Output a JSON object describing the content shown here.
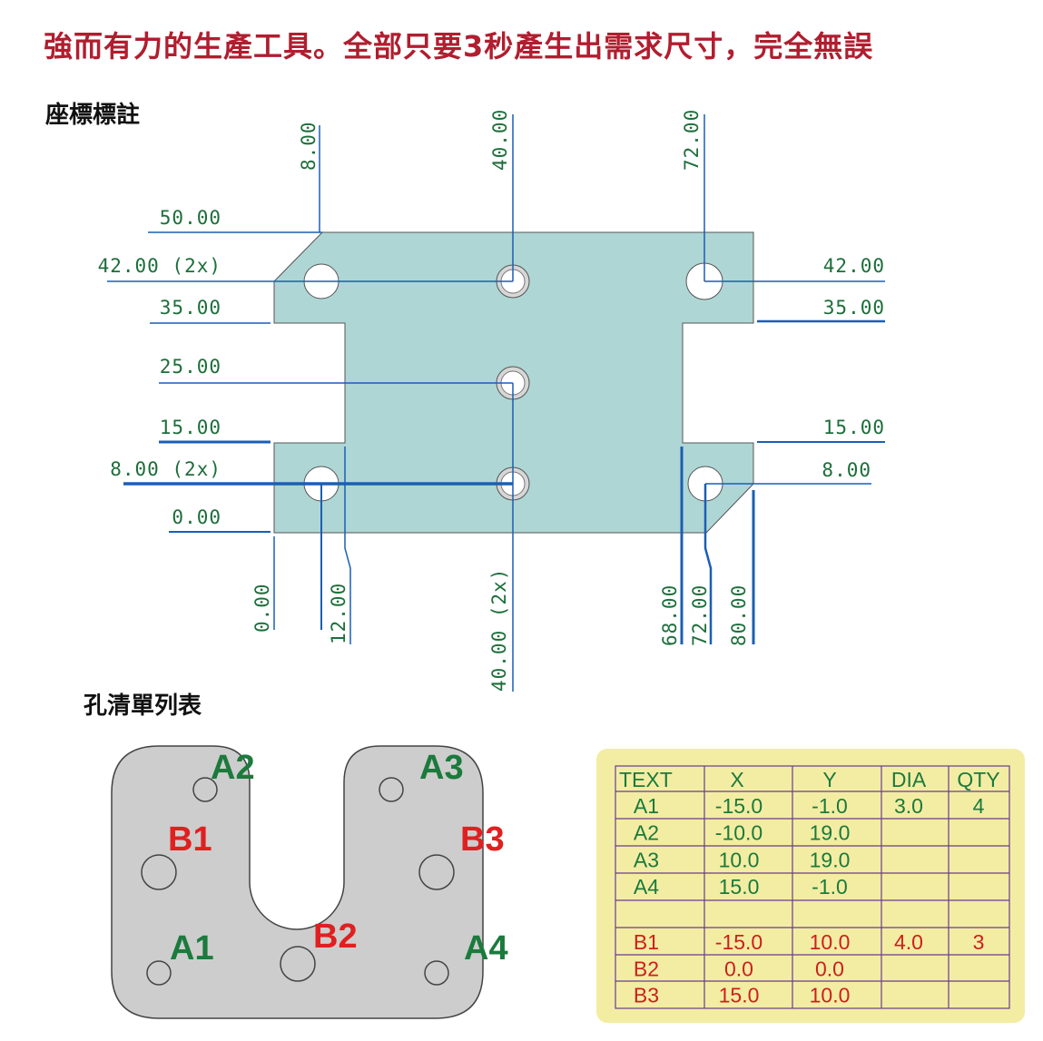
{
  "headline": "強而有力的生產工具。全部只要3秒產生出需求尺寸，完全無誤",
  "section_ordinate": "座標標註",
  "section_hole_table": "孔清單列表",
  "ordinate": {
    "top_x": [
      "8.00",
      "40.00",
      "72.00"
    ],
    "bottom_x": [
      "0.00",
      "12.00",
      "40.00 (2x)",
      "68.00",
      "72.00",
      "80.00"
    ],
    "left_y": [
      "50.00",
      "42.00 (2x)",
      "35.00",
      "25.00",
      "15.00",
      "8.00 (2x)",
      "0.00"
    ],
    "right_y": [
      "42.00",
      "35.00",
      "15.00",
      "8.00"
    ]
  },
  "hole_labels": {
    "a": [
      "A1",
      "A2",
      "A3",
      "A4"
    ],
    "b": [
      "B1",
      "B2",
      "B3"
    ]
  },
  "hole_table": {
    "headers": [
      "TEXT",
      "X",
      "Y",
      "DIA",
      "QTY"
    ],
    "rows_a": [
      [
        "A1",
        "-15.0",
        "-1.0",
        "3.0",
        "4"
      ],
      [
        "A2",
        "-10.0",
        "19.0",
        "",
        ""
      ],
      [
        "A3",
        "10.0",
        "19.0",
        "",
        ""
      ],
      [
        "A4",
        "15.0",
        "-1.0",
        "",
        ""
      ]
    ],
    "rows_b": [
      [
        "B1",
        "-15.0",
        "10.0",
        "4.0",
        "3"
      ],
      [
        "B2",
        "0.0",
        "0.0",
        "",
        ""
      ],
      [
        "B3",
        "15.0",
        "10.0",
        "",
        ""
      ]
    ]
  },
  "colors": {
    "headline": "#b01e2f",
    "dim_text": "#1c6e3a",
    "dim_line": "#1a5fb4",
    "part_fill": "#aed6d4",
    "plate_fill": "#cdcdcd",
    "label_a": "#1b7a3c",
    "label_b": "#e02020",
    "table_bg": "#f3eda3",
    "table_a_text": "#1b7a3c",
    "table_b_text": "#cc1f1f",
    "table_grid": "#6a3d8f"
  }
}
